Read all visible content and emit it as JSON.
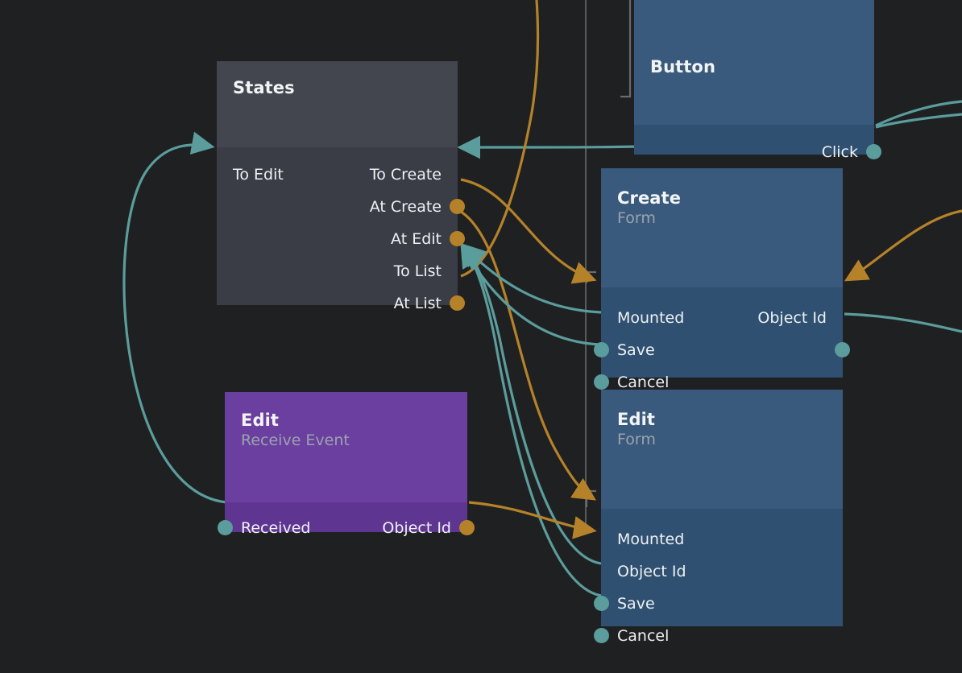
{
  "canvas": {
    "background": "#1f2021",
    "accent_teal": "#5b9c9c",
    "accent_orange": "#b5822a",
    "node_blue_header": "#395a7c",
    "node_blue_body": "#2f5070",
    "node_gray_header": "#43464f",
    "node_gray_body": "#3a3d46",
    "node_purple_header": "#6b3fa0",
    "node_purple_body": "#5e3691"
  },
  "nodes": [
    {
      "id": "states",
      "title": "States",
      "subtitle": "",
      "inputs": [
        {
          "label": "To Edit",
          "port": "arrow",
          "color": "#5b9c9c"
        }
      ],
      "outputs": [
        {
          "label": "To Create",
          "port": "arrow",
          "color": "#5b9c9c"
        },
        {
          "label": "At Create",
          "port": "dot",
          "color": "#b5822a"
        },
        {
          "label": "At Edit",
          "port": "dot",
          "color": "#b5822a"
        },
        {
          "label": "To List",
          "port": "arrow",
          "color": "#5b9c9c"
        },
        {
          "label": "At List",
          "port": "dot",
          "color": "#b5822a"
        }
      ]
    },
    {
      "id": "button",
      "title": "Button",
      "subtitle": "",
      "inputs": [],
      "outputs": [
        {
          "label": "Click",
          "port": "dot",
          "color": "#5b9c9c"
        }
      ]
    },
    {
      "id": "create-form",
      "title": "Create",
      "subtitle": "Form",
      "inputs": [
        {
          "label": "Mounted",
          "port": "arrow",
          "color": "#b5822a"
        },
        {
          "label": "Save",
          "port": "dot",
          "color": "#5b9c9c"
        },
        {
          "label": "Cancel",
          "port": "dot",
          "color": "#5b9c9c"
        }
      ],
      "outputs": [
        {
          "label": "Object Id",
          "port": "arrow",
          "color": "#b5822a"
        },
        {
          "label": "",
          "port": "dot",
          "color": "#5b9c9c"
        }
      ]
    },
    {
      "id": "edit-form",
      "title": "Edit",
      "subtitle": "Form",
      "inputs": [
        {
          "label": "Mounted",
          "port": "arrow",
          "color": "#b5822a"
        },
        {
          "label": "Object Id",
          "port": "arrow",
          "color": "#b5822a"
        },
        {
          "label": "Save",
          "port": "dot",
          "color": "#5b9c9c"
        },
        {
          "label": "Cancel",
          "port": "dot",
          "color": "#5b9c9c"
        }
      ],
      "outputs": []
    },
    {
      "id": "edit-receive-event",
      "title": "Edit",
      "subtitle": "Receive Event",
      "inputs": [
        {
          "label": "Received",
          "port": "dot",
          "color": "#5b9c9c"
        }
      ],
      "outputs": [
        {
          "label": "Object Id",
          "port": "dot",
          "color": "#b5822a"
        }
      ]
    }
  ]
}
